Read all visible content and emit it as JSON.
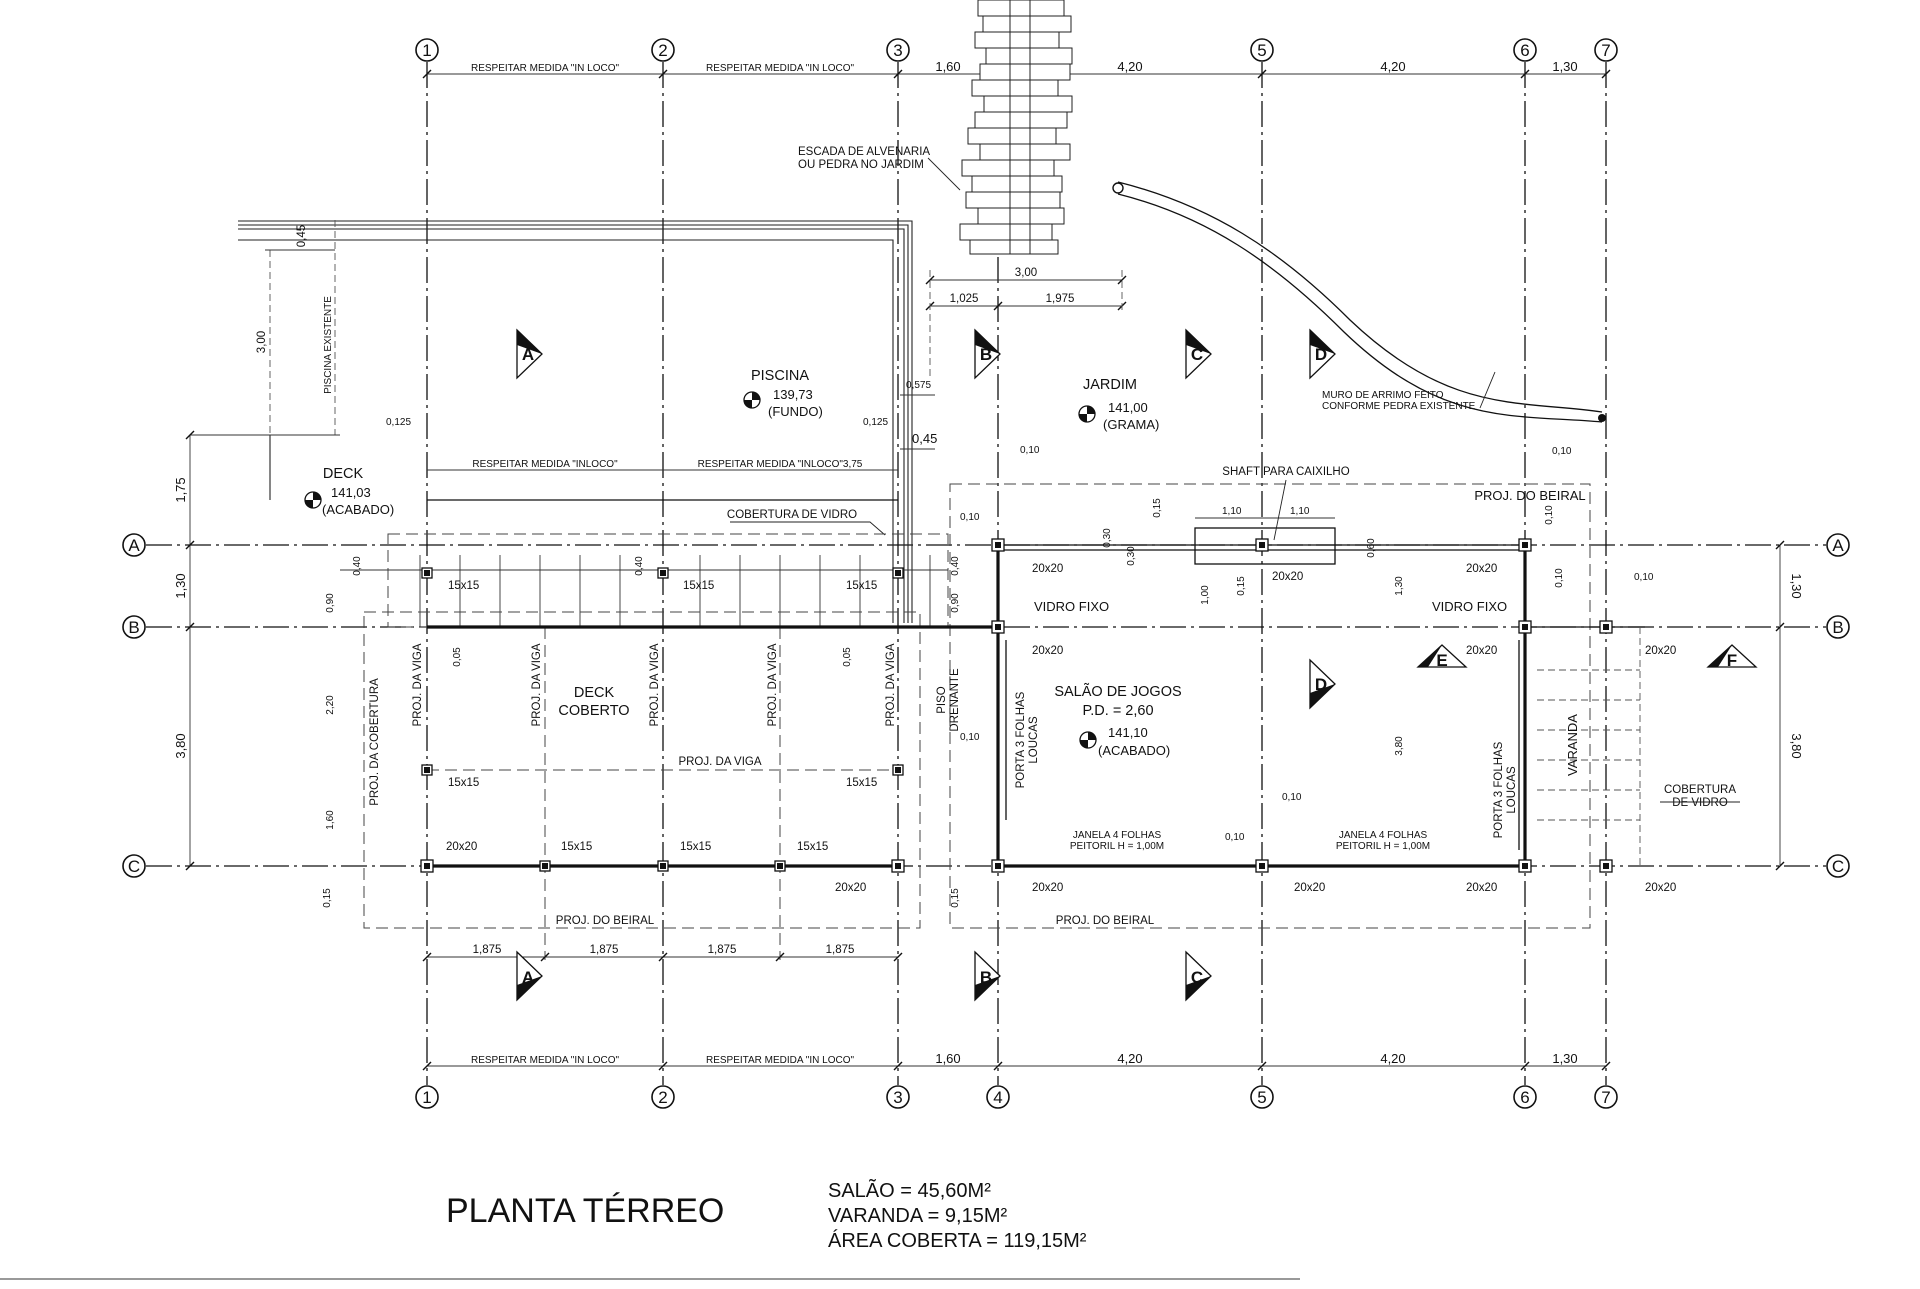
{
  "title": "PLANTA TÉRREO",
  "areas": {
    "salao": "SALÃO = 45,60M²",
    "varanda": "VARANDA = 9,15M²",
    "area_coberta": "ÁREA COBERTA = 119,15M²"
  },
  "grid": {
    "columns": [
      "1",
      "2",
      "3",
      "4",
      "5",
      "6",
      "7"
    ],
    "rows": [
      "A",
      "B",
      "C"
    ]
  },
  "dimensions": {
    "top": {
      "in_loco_1": "RESPEITAR MEDIDA \"IN LOCO\"",
      "in_loco_2": "RESPEITAR MEDIDA \"IN LOCO\"",
      "d_3_4": "1,60",
      "d_4_5": "4,20",
      "d_5_6": "4,20",
      "d_6_7": "1,30"
    },
    "bottom": {
      "in_loco_1": "RESPEITAR MEDIDA \"IN LOCO\"",
      "in_loco_2": "RESPEITAR MEDIDA \"IN LOCO\"",
      "d_3_4": "1,60",
      "d_4_5": "4,20",
      "d_5_6": "4,20",
      "d_6_7": "1,30"
    },
    "deck_bays": [
      "1,875",
      "1,875",
      "1,875",
      "1,875"
    ],
    "left": {
      "d_175": "1,75",
      "d_130": "1,30",
      "d_380": "3,80"
    },
    "right": {
      "d_130": "1,30",
      "d_380": "3,80"
    },
    "stair": {
      "total": "3,00",
      "part1": "1,025",
      "part2": "1,975"
    },
    "pool_left": {
      "d_045": "0,45",
      "d_300": "3,00"
    },
    "misc": {
      "d_0125_a": "0,125",
      "d_0125_b": "0,125",
      "d_0575": "0,575",
      "d_045": "0,45",
      "d_040_a": "0,40",
      "d_040_b": "0,40",
      "d_040_c": "0,40",
      "d_090_a": "0,90",
      "d_090_b": "0,90",
      "d_220": "2,20",
      "d_160": "1,60",
      "d_015_a": "0,15",
      "d_015_b": "0,15",
      "d_005_a": "0,05",
      "d_005_b": "0,05",
      "d_010_a": "0,10",
      "d_010_b": "0,10",
      "d_010_c": "0,10",
      "d_010_d": "0,10",
      "d_010_e": "0,10",
      "d_010_f": "0,10",
      "d_010_g": "0,10",
      "d_010_h": "0,10",
      "d_010_i": "0,10",
      "d_110_a": "1,10",
      "d_110_b": "1,10",
      "d_015_c": "0,15",
      "d_030_a": "0,30",
      "d_030_b": "0,30",
      "d_060": "0,60",
      "d_100": "1,00",
      "d_015_d": "0,15",
      "d_130_a": "1,30",
      "d_380_a": "3,80"
    }
  },
  "labels": {
    "escada": [
      "ESCADA DE ALVENARIA",
      "OU PEDRA NO JARDIM"
    ],
    "muro": [
      "MURO DE ARRIMO FEITO",
      "CONFORME PEDRA EXISTENTE"
    ],
    "piscina_existente": "PISCINA EXISTENTE",
    "piscina": {
      "name": "PISCINA",
      "level": "139,73",
      "note": "(FUNDO)"
    },
    "jardim": {
      "name": "JARDIM",
      "level": "141,00",
      "note": "(GRAMA)"
    },
    "deck": {
      "name": "DECK",
      "level": "141,03",
      "note": "(ACABADO)"
    },
    "in_loco_mid_1": "RESPEITAR MEDIDA \"INLOCO\"",
    "in_loco_mid_2": "RESPEITAR MEDIDA \"INLOCO\"3,75",
    "cobertura_vidro": "COBERTURA DE VIDRO",
    "shaft": "SHAFT PARA CAIXILHO",
    "proj_beiral_top": "PROJ. DO BEIRAL",
    "proj_beiral_bottom_1": "PROJ. DO BEIRAL",
    "proj_beiral_bottom_2": "PROJ. DO BEIRAL",
    "vidro_fixo_1": "VIDRO FIXO",
    "vidro_fixo_2": "VIDRO FIXO",
    "deck_coberto": [
      "DECK",
      "COBERTO"
    ],
    "proj_cobertura": "PROJ. DA COBERTURA",
    "proj_viga": "PROJ. DA VIGA",
    "proj_viga_h": "PROJ. DA VIGA",
    "piso_drenante": [
      "PISO",
      "DRENANTE"
    ],
    "porta_1": [
      "PORTA 3 FOLHAS",
      "LOUCAS"
    ],
    "porta_2": [
      "PORTA 3 FOLHAS",
      "LOUCAS"
    ],
    "salao_jogos": {
      "name": "SALÃO DE JOGOS",
      "pd": "P.D. = 2,60",
      "level": "141,10",
      "note": "(ACABADO)"
    },
    "janela_1": [
      "JANELA 4 FOLHAS",
      "PEITORIL H = 1,00M"
    ],
    "janela_2": [
      "JANELA 4 FOLHAS",
      "PEITORIL H = 1,00M"
    ],
    "varanda": "VARANDA",
    "cobertura_vidro_2": [
      "COBERTURA",
      "DE VIDRO"
    ]
  },
  "pillars": {
    "p15": "15x15",
    "p20": "20x20"
  },
  "section_marks": [
    "A",
    "B",
    "C",
    "D",
    "E",
    "F"
  ]
}
